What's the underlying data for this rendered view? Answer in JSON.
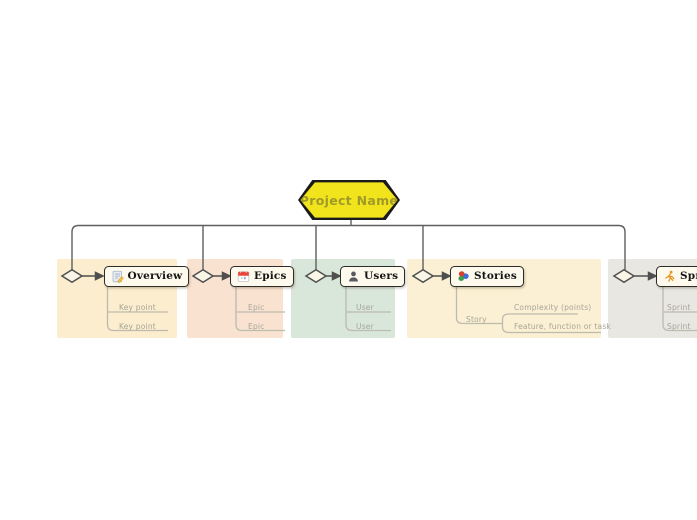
{
  "central": {
    "label": "Project Name",
    "fill": "#f2e41c",
    "text_color": "#a09a28"
  },
  "connector_color": "#5f5f5f",
  "child_line_color": "#bdbaae",
  "child_text_color": "#a7a49a",
  "branches": [
    {
      "id": "overview",
      "label": "Overview",
      "icon": "memo-icon",
      "panel_color": "#fbedcd",
      "children": [
        {
          "label": "Key point"
        },
        {
          "label": "Key point"
        }
      ]
    },
    {
      "id": "epics",
      "label": "Epics",
      "icon": "calendar-icon",
      "panel_color": "#f9e3d0",
      "children": [
        {
          "label": "Epic"
        },
        {
          "label": "Epic"
        }
      ]
    },
    {
      "id": "users",
      "label": "Users",
      "icon": "person-icon",
      "panel_color": "#d9e7db",
      "children": [
        {
          "label": "User"
        },
        {
          "label": "User"
        }
      ]
    },
    {
      "id": "stories",
      "label": "Stories",
      "icon": "colorful-leaf-icon",
      "panel_color": "#fbf0d3",
      "children": [
        {
          "label": "Story",
          "children": [
            {
              "label": "Complexity (points)"
            },
            {
              "label": "Feature, function or task"
            }
          ]
        }
      ]
    },
    {
      "id": "sprints",
      "label": "Sprints",
      "icon": "runner-icon",
      "panel_color": "#e8e7e1",
      "children": [
        {
          "label": "Sprint"
        },
        {
          "label": "Sprint"
        }
      ]
    }
  ]
}
